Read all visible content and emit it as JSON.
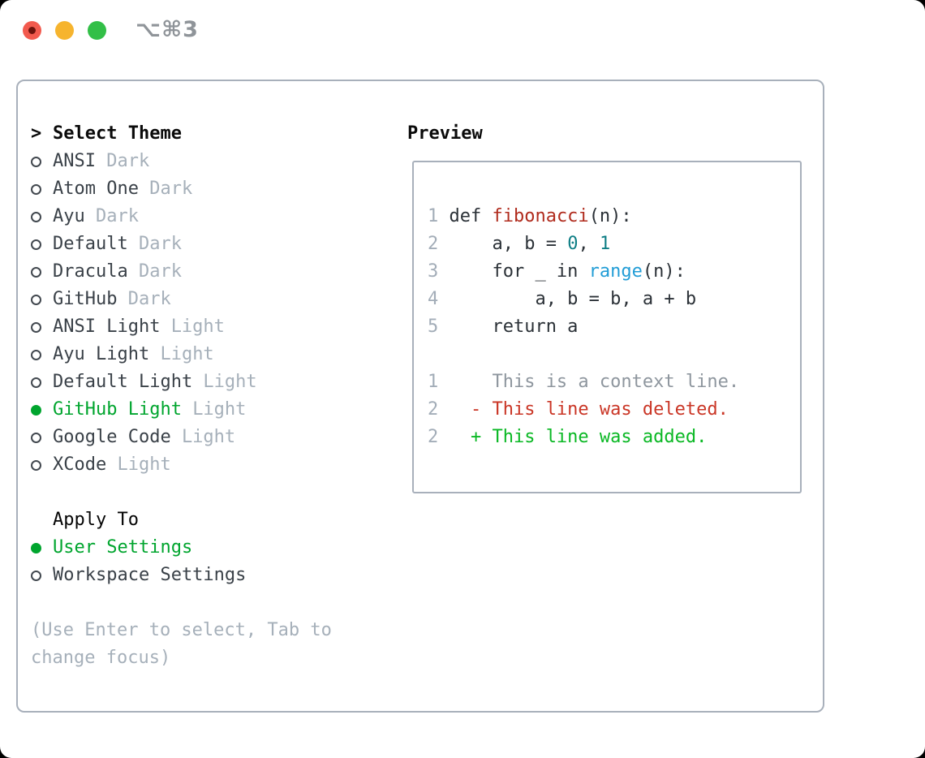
{
  "window": {
    "title": "⌥⌘3",
    "controls": [
      {
        "name": "close",
        "color": "#f25a4e"
      },
      {
        "name": "minimize",
        "color": "#f6b42e"
      },
      {
        "name": "zoom",
        "color": "#32bf47"
      }
    ]
  },
  "colors": {
    "accent_green": "#00a52e",
    "diff_added_green": "#0ab824",
    "diff_deleted_red": "#ca3626",
    "function_red": "#b02b1d",
    "number_teal": "#0e7e85",
    "builtin_blue": "#229dd6",
    "muted_gray": "#a6b0ba",
    "panel_border": "#a8b0bb"
  },
  "theme_picker": {
    "header_marker": ">",
    "header": "Select Theme",
    "items": [
      {
        "name": "ANSI",
        "variant": "Dark",
        "selected": false
      },
      {
        "name": "Atom One",
        "variant": "Dark",
        "selected": false
      },
      {
        "name": "Ayu",
        "variant": "Dark",
        "selected": false
      },
      {
        "name": "Default",
        "variant": "Dark",
        "selected": false
      },
      {
        "name": "Dracula",
        "variant": "Dark",
        "selected": false
      },
      {
        "name": "GitHub",
        "variant": "Dark",
        "selected": false
      },
      {
        "name": "ANSI Light",
        "variant": "Light",
        "selected": false
      },
      {
        "name": "Ayu Light",
        "variant": "Light",
        "selected": false
      },
      {
        "name": "Default Light",
        "variant": "Light",
        "selected": false
      },
      {
        "name": "GitHub Light",
        "variant": "Light",
        "selected": true
      },
      {
        "name": "Google Code",
        "variant": "Light",
        "selected": false
      },
      {
        "name": "XCode",
        "variant": "Light",
        "selected": false
      }
    ]
  },
  "apply_to": {
    "header": "Apply To",
    "options": [
      {
        "label": "User Settings",
        "selected": true
      },
      {
        "label": "Workspace Settings",
        "selected": false
      }
    ]
  },
  "hints": [
    "(Use Enter to select, Tab to",
    "change focus)"
  ],
  "preview": {
    "header": "Preview",
    "code": [
      {
        "num": "1",
        "segs": [
          "def ",
          "fibonacci",
          "(n):"
        ]
      },
      {
        "num": "2",
        "segs": [
          "    a, b = ",
          "0",
          ", ",
          "1"
        ]
      },
      {
        "num": "3",
        "segs": [
          "    for _ in ",
          "range",
          "(n):"
        ]
      },
      {
        "num": "4",
        "segs": [
          "        a, b = b, a + b"
        ]
      },
      {
        "num": "5",
        "segs": [
          "    return a"
        ]
      }
    ],
    "diff": [
      {
        "num": "1",
        "text": "    This is a context line."
      },
      {
        "num": "2",
        "text": "  - This line was deleted."
      },
      {
        "num": "2",
        "text": "  + This line was added."
      }
    ]
  }
}
